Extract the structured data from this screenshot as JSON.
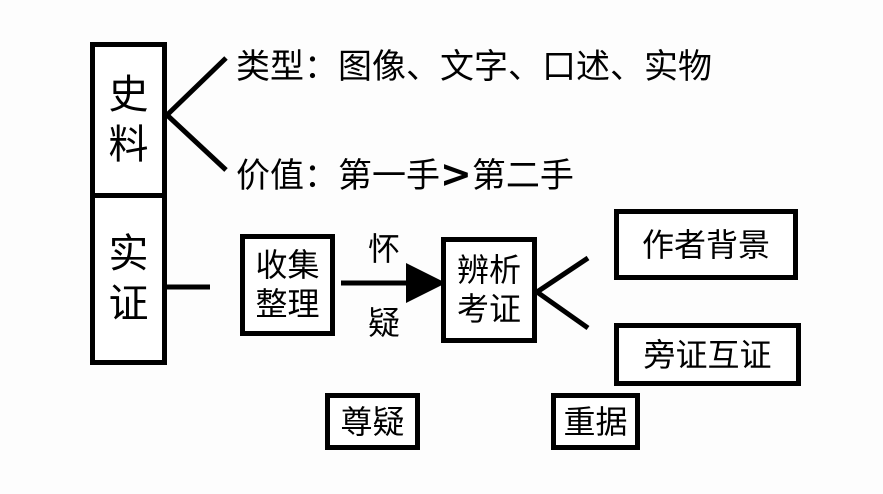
{
  "shiliao": {
    "char1": "史",
    "char2": "料"
  },
  "shizheng": {
    "char1": "实",
    "char2": "证"
  },
  "branch_type": {
    "text": "类型：图像、文字、口述、实物"
  },
  "branch_value": {
    "prefix": "价值：第一手",
    "symbol": ">",
    "suffix": "第二手"
  },
  "collect_box": {
    "text": "收集\n整理"
  },
  "analyze_box": {
    "text": "辨析\n考证"
  },
  "arrow_label": {
    "top": "怀",
    "bottom": "疑"
  },
  "author_box": {
    "text": "作者背景"
  },
  "cross_box": {
    "text": "旁证互证"
  },
  "respect_box": {
    "text": "尊疑"
  },
  "evidence_box": {
    "text": "重据"
  }
}
